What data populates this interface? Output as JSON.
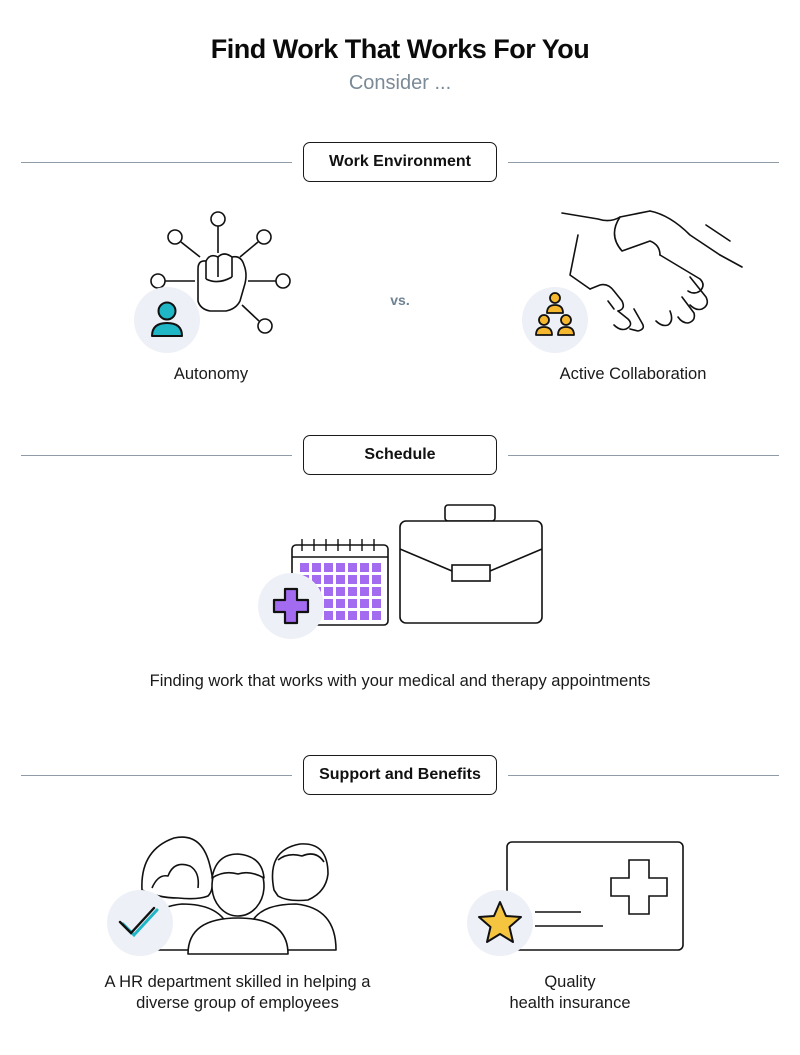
{
  "header": {
    "title": "Find Work That Works For You",
    "subtitle": "Consider ..."
  },
  "sections": [
    {
      "heading": "Work Environment",
      "vs_label": "vs.",
      "items": [
        {
          "caption": "Autonomy",
          "icon": "raised-fist-network-icon",
          "badge_icon": "person-icon",
          "badge_color": "#1fb6c6"
        },
        {
          "caption": "Active Collaboration",
          "icon": "handshake-icon",
          "badge_icon": "group-icon",
          "badge_color": "#f5b82e"
        }
      ]
    },
    {
      "heading": "Schedule",
      "items": [
        {
          "caption": "Finding work that works with your medical and therapy appointments",
          "icon": "calendar-briefcase-icon",
          "badge_icon": "medical-cross-icon",
          "badge_color": "#a36bf0"
        }
      ]
    },
    {
      "heading": "Support and Benefits",
      "items": [
        {
          "caption_lines": [
            "A HR department skilled in helping a",
            "diverse group of employees"
          ],
          "icon": "people-group-icon",
          "badge_icon": "checkmark-icon",
          "badge_color": "#1fb6c6"
        },
        {
          "caption_lines": [
            "Quality",
            "health insurance"
          ],
          "icon": "insurance-card-icon",
          "badge_icon": "star-icon",
          "badge_color": "#f5c540"
        }
      ]
    }
  ],
  "colors": {
    "rule": "#8f9ba6",
    "badge_bg": "#eef0f7",
    "subtitle": "#7b8a97"
  }
}
